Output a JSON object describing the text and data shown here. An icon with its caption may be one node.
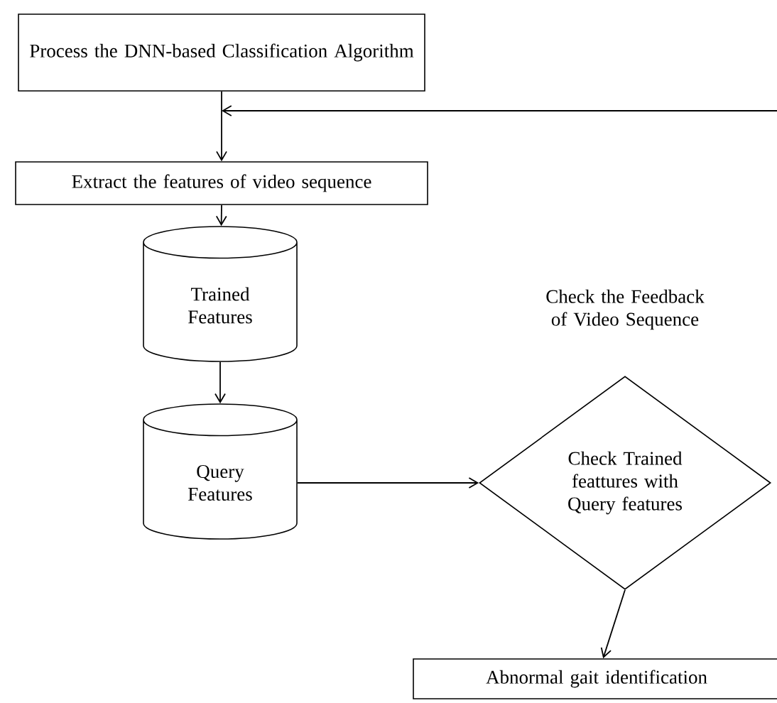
{
  "diagram": {
    "nodes": [
      {
        "text": [
          "Process the DNN-based Classification Algorithm"
        ]
      },
      {
        "text": [
          "Extract the features of video sequence"
        ]
      },
      {
        "text": [
          "Trained Features"
        ]
      },
      {
        "text": [
          "Query Features"
        ]
      },
      {
        "text": [
          "Check Trained feattures with Query features"
        ]
      },
      {
        "text": [
          "Abnormal gait identification"
        ]
      }
    ],
    "edges": [
      {
        "from": 0,
        "to": 1,
        "arrow": "to"
      },
      {
        "from": null,
        "to": 1,
        "arrow": "to"
      },
      {
        "from": 1,
        "to": 2,
        "arrow": "to"
      },
      {
        "from": 2,
        "to": 3,
        "arrow": "to"
      },
      {
        "from": 3,
        "to": 4,
        "arrow": "to"
      },
      {
        "from": 4,
        "to": 5,
        "arrow": "to"
      }
    ],
    "labels": [
      "Check the Feedback of Video Sequence"
    ]
  }
}
